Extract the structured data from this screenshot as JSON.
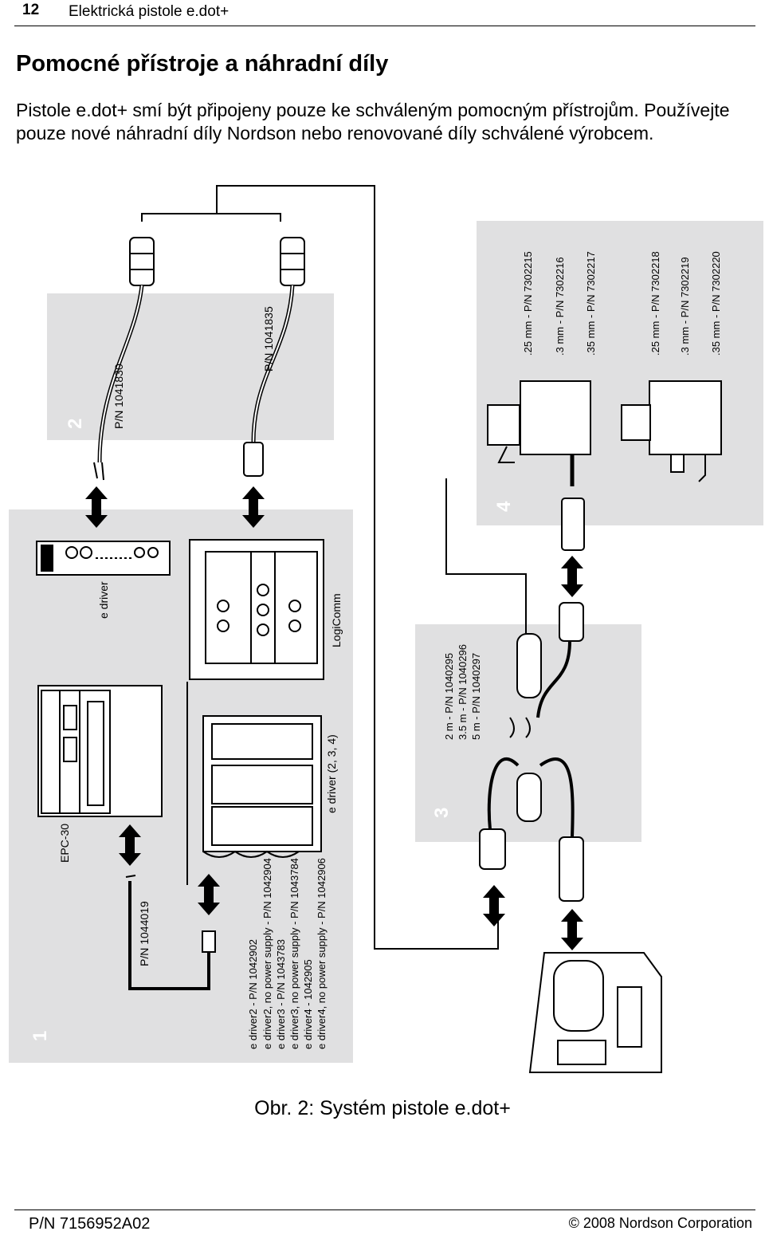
{
  "header": {
    "page_number": "12",
    "title": "Elektrická pistole e.dot+"
  },
  "heading": "Pomocné přístroje a náhradní díly",
  "intro": "Pistole e.dot+ smí být připojeny pouze ke schváleným pomocným přístrojům. Používejte pouze nové náhradní díly Nordson nebo renovované díly schválené výrobcem.",
  "diagram": {
    "panel_1": {
      "number": "1",
      "epc30_label": "EPC-30",
      "edriver_label": "e driver",
      "logicomm_label": "LogiComm",
      "edriver_234_label": "e driver (2, 3, 4)",
      "cable_pn": "P/N 1044019",
      "parts": [
        "e driver2 - P/N 1042902",
        "e driver2, no power supply - P/N 1042904",
        "e driver3 - P/N 1043783",
        "e driver3, no power supply - P/N 1043784",
        "e driver4 - 1042905",
        "e driver4, no power supply - P/N 1042906"
      ]
    },
    "panel_2": {
      "number": "2",
      "pn_left": "P/N 1041830",
      "pn_right": "P/N 1041835"
    },
    "panel_3": {
      "number": "3",
      "parts": [
        "2 m - P/N 1040295",
        "3.5 m - P/N 1040296",
        "5 m - P/N 1040297"
      ]
    },
    "panel_4": {
      "number": "4",
      "group_a": [
        ".25 mm - P/N 7302215",
        ".3 mm - P/N 7302216",
        ".35 mm - P/N 7302217"
      ],
      "group_b": [
        ".25 mm - P/N 7302218",
        ".3 mm - P/N 7302219",
        ".35 mm - P/N 7302220"
      ]
    }
  },
  "caption": "Obr. 2: Systém pistole e.dot+",
  "footer": {
    "part_number": "P/N 7156952A02",
    "copyright": "© 2008 Nordson Corporation"
  },
  "colors": {
    "panel_fill": "#e0e0e1"
  }
}
